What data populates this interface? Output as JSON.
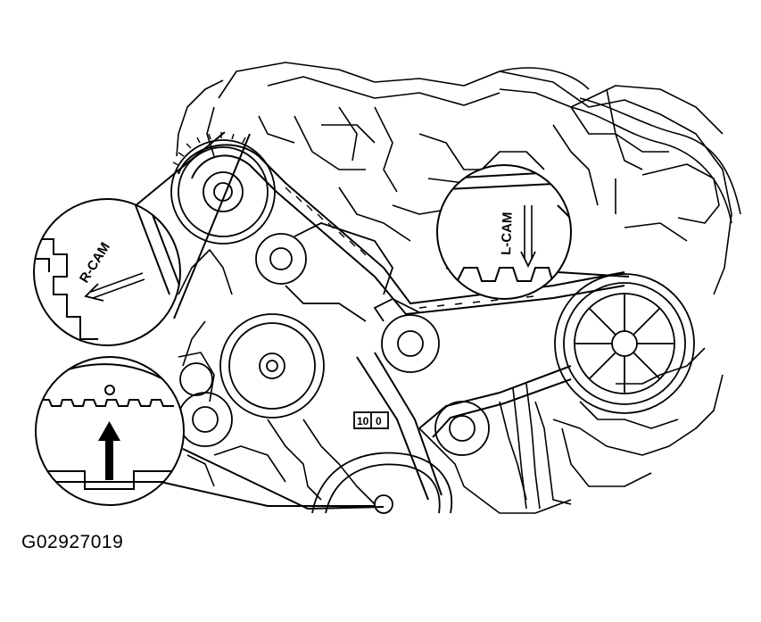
{
  "figure": {
    "id_label": "G02927019"
  },
  "callouts": {
    "right_cam_label": "R-CAM",
    "left_cam_label": "L-CAM",
    "crank_scale_left": "10",
    "crank_scale_right": "0"
  },
  "colors": {
    "line": "#000000",
    "background": "#ffffff"
  }
}
